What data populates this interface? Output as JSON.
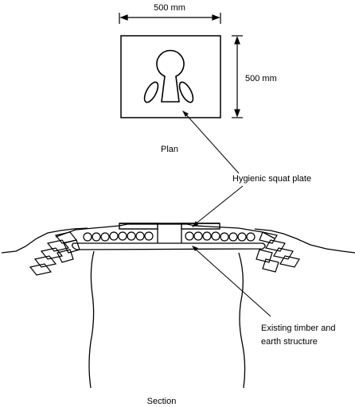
{
  "plan": {
    "width_label": "500 mm",
    "height_label": "500 mm",
    "title": "Plan"
  },
  "section": {
    "title": "Section"
  },
  "callouts": {
    "squat_plate": "Hygienic squat plate",
    "structure_line1": "Existing timber and",
    "structure_line2": "earth structure"
  },
  "colors": {
    "ink": "#000000",
    "paper": "#ffffff"
  }
}
